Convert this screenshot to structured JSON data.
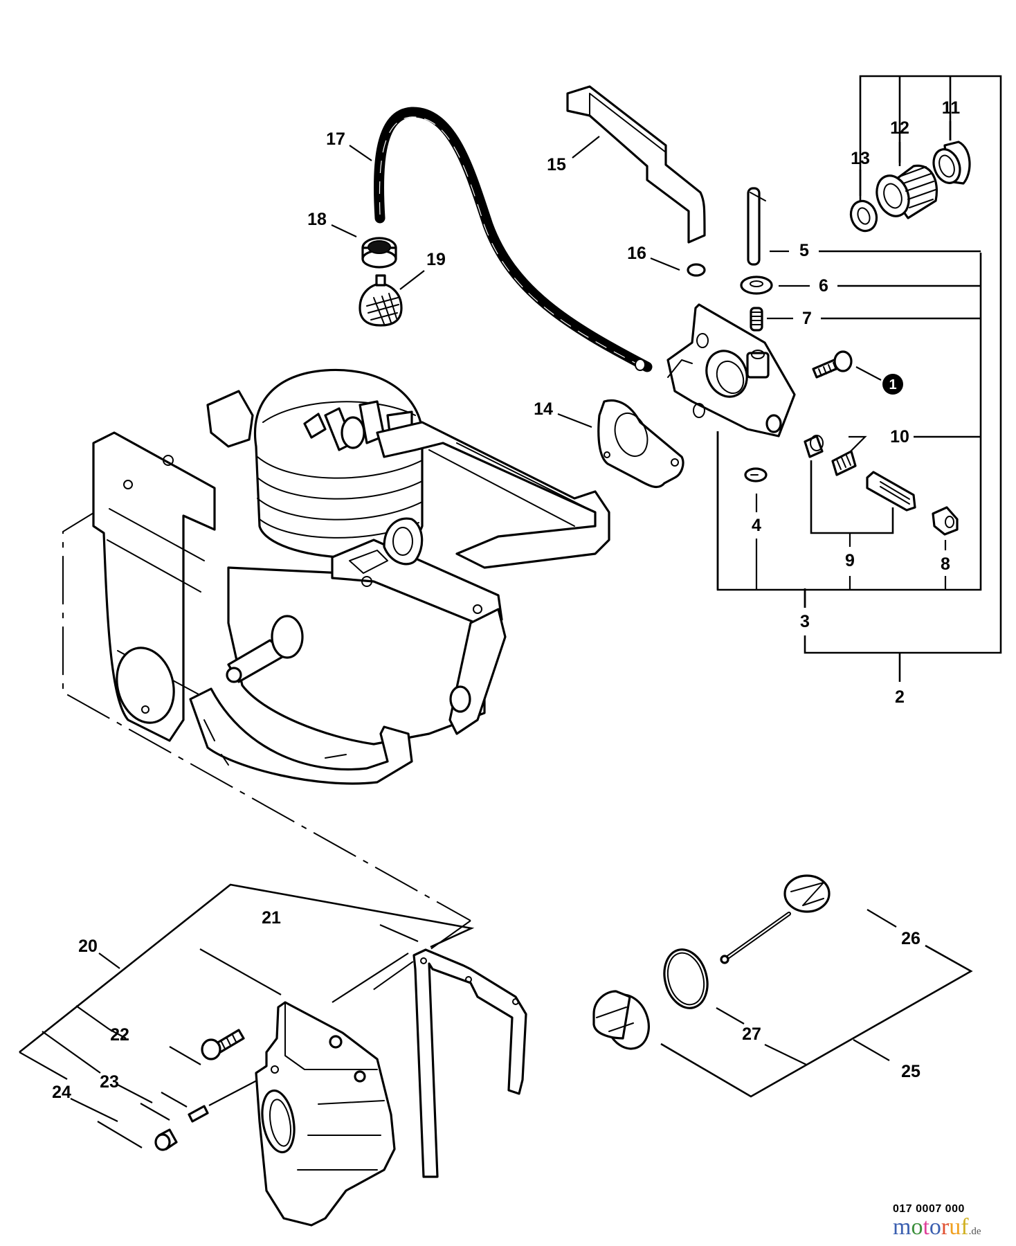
{
  "diagram": {
    "type": "exploded-parts-diagram",
    "subject": "chainsaw crankcase, cylinder and oil pump assembly",
    "line_color": "#000000",
    "background": "#ffffff",
    "callouts": [
      {
        "id": "2",
        "label": "2"
      },
      {
        "id": "3",
        "label": "3"
      },
      {
        "id": "4",
        "label": "4"
      },
      {
        "id": "5",
        "label": "5"
      },
      {
        "id": "6",
        "label": "6"
      },
      {
        "id": "7",
        "label": "7"
      },
      {
        "id": "8",
        "label": "8"
      },
      {
        "id": "9",
        "label": "9"
      },
      {
        "id": "10",
        "label": "10"
      },
      {
        "id": "11",
        "label": "11"
      },
      {
        "id": "12",
        "label": "12"
      },
      {
        "id": "13",
        "label": "13"
      },
      {
        "id": "14",
        "label": "14"
      },
      {
        "id": "15",
        "label": "15"
      },
      {
        "id": "16",
        "label": "16"
      },
      {
        "id": "17",
        "label": "17"
      },
      {
        "id": "18",
        "label": "18"
      },
      {
        "id": "19",
        "label": "19"
      },
      {
        "id": "20",
        "label": "20"
      },
      {
        "id": "21",
        "label": "21"
      },
      {
        "id": "22",
        "label": "22"
      },
      {
        "id": "23",
        "label": "23"
      },
      {
        "id": "24",
        "label": "24"
      },
      {
        "id": "25",
        "label": "25"
      },
      {
        "id": "26",
        "label": "26"
      },
      {
        "id": "27",
        "label": "27"
      }
    ],
    "reference_marker": {
      "label": "1",
      "style": "filled-black-circle"
    },
    "groups": [
      {
        "parent": "2",
        "children": [
          "3",
          "11",
          "12",
          "13"
        ]
      },
      {
        "parent": "3",
        "children": [
          "4",
          "5",
          "6",
          "7",
          "8",
          "9",
          "10"
        ]
      },
      {
        "parent": "9",
        "children": [
          "valve-cap",
          "pump-plunger"
        ]
      },
      {
        "parent": "20",
        "children": [
          "21",
          "22",
          "23",
          "24"
        ]
      },
      {
        "parent": "25",
        "children": [
          "26",
          "27",
          "oil-cap"
        ]
      }
    ]
  },
  "footer": {
    "drawing_code": "017 0007 000",
    "watermark": {
      "letters": [
        "m",
        "o",
        "t",
        "o",
        "r",
        "u",
        "f"
      ],
      "colors": [
        "#3b5fb0",
        "#3b8f3b",
        "#e0409a",
        "#3b5fb0",
        "#e05030",
        "#f0a020",
        "#d0b020"
      ],
      "tld": ".de"
    }
  }
}
